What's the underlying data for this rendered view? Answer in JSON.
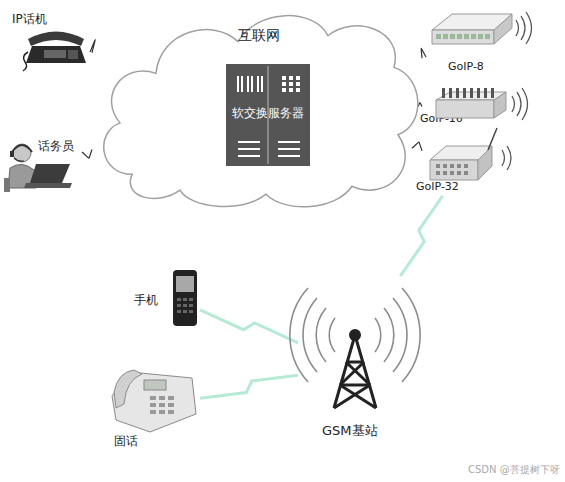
{
  "diagram": {
    "nodes": [
      {
        "text": [
          "IP话机"
        ]
      },
      {
        "text": [
          "互联网"
        ]
      },
      {
        "text": [
          "软交换服务器"
        ],
        "in": 1
      },
      {
        "text": [
          "GoIP-8"
        ]
      },
      {
        "text": [
          "GoIP-16"
        ]
      },
      {
        "text": [
          "话务员"
        ]
      },
      {
        "text": [
          "GoIP-32"
        ]
      },
      {
        "text": [
          "手机"
        ]
      },
      {
        "text": [
          "固话"
        ]
      },
      {
        "text": [
          "GSM基站"
        ]
      }
    ],
    "edges": [
      {
        "from": 0,
        "to": 1,
        "arrow": "none"
      },
      {
        "from": 5,
        "to": 1,
        "arrow": "none"
      },
      {
        "from": 1,
        "to": 3,
        "arrow": "none"
      },
      {
        "from": 1,
        "to": 4,
        "arrow": "none"
      },
      {
        "from": 1,
        "to": 6,
        "arrow": "none"
      },
      {
        "from": 6,
        "to": 9,
        "arrow": "none"
      },
      {
        "from": 7,
        "to": 9,
        "arrow": "none"
      },
      {
        "from": 8,
        "to": 9,
        "arrow": "none"
      }
    ],
    "labels": [
      "CSDN @菩提树下呀"
    ]
  }
}
